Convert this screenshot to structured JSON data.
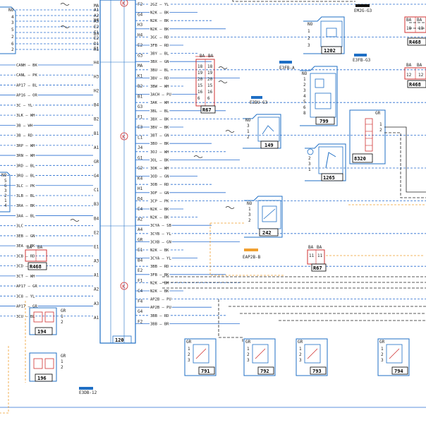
{
  "central_box": {
    "label": "120"
  },
  "components": [
    {
      "id": "c1202",
      "label": "1202"
    },
    {
      "id": "c799",
      "label": "799"
    },
    {
      "id": "c149",
      "label": "149"
    },
    {
      "id": "c1265",
      "label": "1265"
    },
    {
      "id": "c8320",
      "label": "8320"
    },
    {
      "id": "c242",
      "label": "242"
    },
    {
      "id": "c194",
      "label": "194"
    },
    {
      "id": "c196",
      "label": "196"
    },
    {
      "id": "c791",
      "label": "791"
    },
    {
      "id": "c792",
      "label": "792"
    },
    {
      "id": "c793",
      "label": "793"
    },
    {
      "id": "c794",
      "label": "794"
    }
  ],
  "connectors": [
    {
      "id": "r67a",
      "label": "R67"
    },
    {
      "id": "r67b",
      "label": "R67"
    },
    {
      "id": "r468a",
      "label": "R468"
    },
    {
      "id": "r468b",
      "label": "R468"
    },
    {
      "id": "r468c",
      "label": "R468"
    }
  ],
  "splices": [
    {
      "id": "em2g",
      "label": "EM2G-G3"
    },
    {
      "id": "e3fb",
      "label": "E3FB-G3"
    },
    {
      "id": "e3fba",
      "label": "E3FB-A"
    },
    {
      "id": "e3du",
      "label": "E3DU-G3"
    },
    {
      "id": "eap2b",
      "label": "EAP2B-B"
    },
    {
      "id": "e3db",
      "label": "E3DB-12"
    }
  ],
  "pins_left_col": [
    "A1",
    "A2",
    "A3",
    "E2",
    "E1",
    "E2",
    "D1",
    "H1"
  ],
  "pins_center_left": [
    "MA",
    "H4",
    "D3",
    "E1",
    "H4",
    "H3",
    "H2",
    "B4",
    "B2",
    "B1",
    "A1",
    "GR",
    "G4",
    "C1",
    "B3",
    "B4",
    "E2",
    "E1",
    "A3",
    "A1",
    "A2",
    "A3",
    "A1"
  ],
  "pins_center_right": [
    "F2",
    "G4",
    "H3",
    "H4",
    "E2",
    "G3",
    "MA",
    "K1",
    "B2",
    "B1",
    "G3",
    "F1",
    "E3",
    "L1",
    "J4",
    "G1",
    "G2",
    "K4",
    "H1",
    "D4",
    "E4",
    "A2",
    "A4",
    "GR",
    "E1",
    "B4",
    "E2",
    "F1",
    "C4",
    "F4",
    "G4",
    "F2"
  ],
  "wire_labels_left": [
    "CANH — BK",
    "CANL — PK",
    "AP17 — BL",
    "AP16 — OR",
    "3C — YL",
    "3LK — WH",
    "3B — WH",
    "3B — RD",
    "3RP — WH",
    "3RN — WH",
    "3RD — BL",
    "3RQ — BL",
    "3LC — PK",
    "3LB — BL",
    "3RA — BK",
    "3AA — BL",
    "3LC",
    "3EB — GN",
    "3EA — BK",
    "3CB — RD",
    "3CD — BL",
    "3CT — WH",
    "AP17 — GR",
    "3C8 — YL",
    "AP17 — GR",
    "3CU — BL"
  ],
  "wire_labels_right": [
    "2GZ — YL",
    "N2K — BK",
    "N2K — BK",
    "N2K — BK",
    "3GC — RD",
    "3FB — RD",
    "3BY — BL",
    "3BX — GN",
    "3BU — BL",
    "3BV — RD",
    "3BW — WH",
    "3ACH — PU",
    "3AK — WH",
    "3BL — BL",
    "3BX — BK",
    "3BV — BK",
    "3BT — GN",
    "3BO — BK",
    "3OJ — WH",
    "3OL — BK",
    "3OK — WH",
    "3OD — GN",
    "3OB — RD",
    "3OF — GN",
    "3CP — PK",
    "N2K — BK",
    "N2K — BK",
    "3CYA — SB",
    "3CYB — YL",
    "3CXB — GN",
    "N2K — BK",
    "3CYA — YL",
    "3BB — RD",
    "3FB — BK",
    "N2K — BK",
    "N2K — BK",
    "AP2B — PU",
    "AP2B — PU",
    "3BB — RD",
    "3BB — BR"
  ],
  "icons": {
    "fuse_symbol": "fuse-icon",
    "ground_symbol": "circle-k-icon"
  }
}
